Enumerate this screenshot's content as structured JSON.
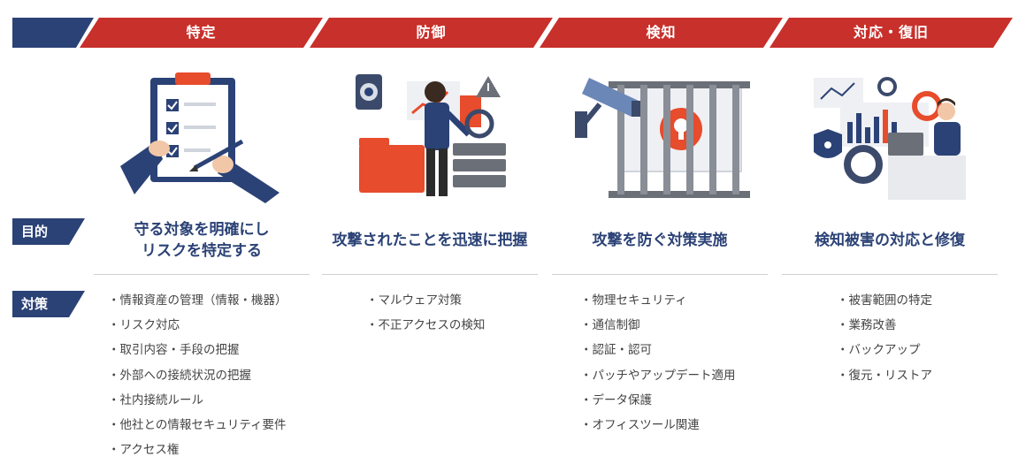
{
  "colors": {
    "navy": "#2b4276",
    "red": "#c8302b",
    "orange": "#e74c2c"
  },
  "row_labels": {
    "purpose": "目的",
    "measures": "対策"
  },
  "columns": [
    {
      "header": "特定",
      "icon": "clipboard-checklist-icon",
      "purpose": "守る対象を明確にし\nリスクを特定する",
      "measures": [
        "情報資産の管理（情報・機器）",
        "リスク対応",
        "取引内容・手段の把握",
        "外部への接続状況の把握",
        "社内接続ルール",
        "他社との情報セキュリティ要件",
        "アクセス権"
      ]
    },
    {
      "header": "防御",
      "icon": "security-inspection-icon",
      "purpose": "攻撃されたことを迅速に把握",
      "measures": [
        "マルウェア対策",
        "不正アクセスの検知"
      ]
    },
    {
      "header": "検知",
      "icon": "camera-jail-icon",
      "purpose": "攻撃を防ぐ対策実施",
      "measures": [
        "物理セキュリティ",
        "通信制御",
        "認証・認可",
        "パッチやアップデート適用",
        "データ保護",
        "オフィスツール関連"
      ]
    },
    {
      "header": "対応・復旧",
      "icon": "recovery-support-icon",
      "purpose": "検知被害の対応と修復",
      "measures": [
        "被害範囲の特定",
        "業務改善",
        "バックアップ",
        "復元・リストア"
      ]
    }
  ]
}
